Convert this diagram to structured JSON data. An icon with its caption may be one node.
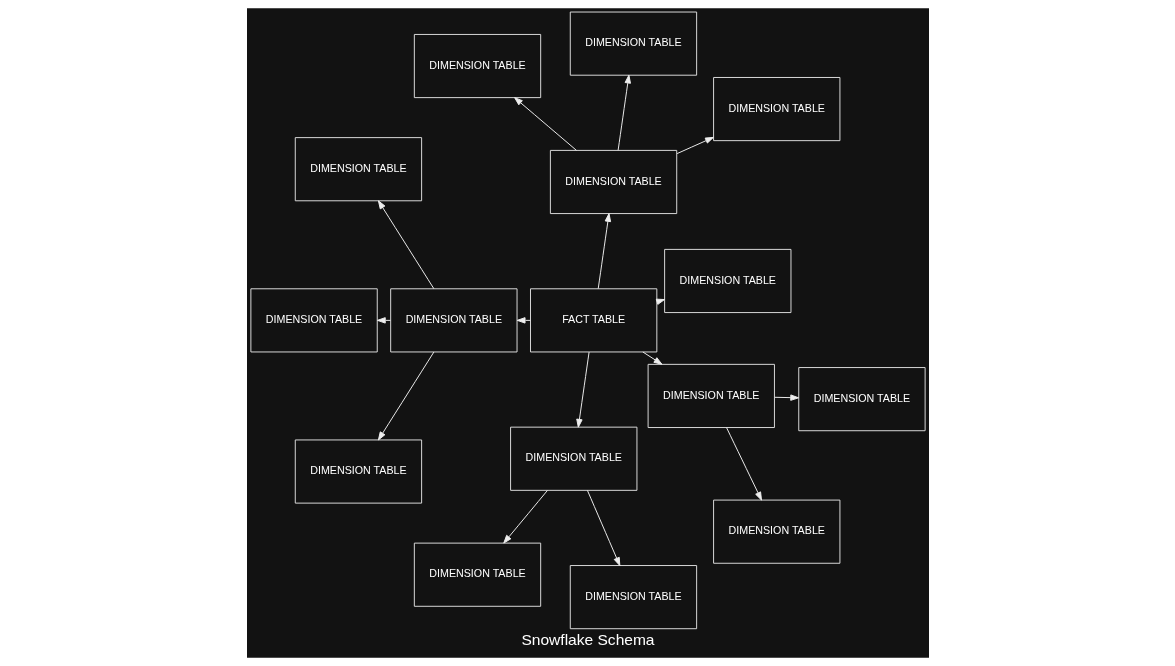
{
  "diagram": {
    "caption": "Snowflake Schema",
    "nodes": [
      {
        "text": [
          "DIMENSION TABLE"
        ]
      },
      {
        "text": [
          "DIMENSION TABLE"
        ]
      },
      {
        "text": [
          "DIMENSION TABLE"
        ]
      },
      {
        "text": [
          "DIMENSION TABLE"
        ]
      },
      {
        "text": [
          "DIMENSION TABLE"
        ]
      },
      {
        "text": [
          "DIMENSION TABLE"
        ]
      },
      {
        "text": [
          "DIMENSION TABLE"
        ]
      },
      {
        "text": [
          "DIMENSION TABLE"
        ]
      },
      {
        "text": [
          "FACT TABLE"
        ]
      },
      {
        "text": [
          "DIMENSION TABLE"
        ]
      },
      {
        "text": [
          "DIMENSION TABLE"
        ]
      },
      {
        "text": [
          "DIMENSION TABLE"
        ]
      },
      {
        "text": [
          "DIMENSION TABLE"
        ]
      },
      {
        "text": [
          "DIMENSION TABLE"
        ]
      },
      {
        "text": [
          "DIMENSION TABLE"
        ]
      },
      {
        "text": [
          "DIMENSION TABLE"
        ]
      }
    ],
    "edges": [
      {
        "from": 8,
        "to": 4,
        "arrow": "to"
      },
      {
        "from": 8,
        "to": 5,
        "arrow": "to"
      },
      {
        "from": 8,
        "to": 6,
        "arrow": "to"
      },
      {
        "from": 8,
        "to": 10,
        "arrow": "to"
      },
      {
        "from": 8,
        "to": 11,
        "arrow": "to"
      },
      {
        "from": 5,
        "to": 0,
        "arrow": "to"
      },
      {
        "from": 5,
        "to": 2,
        "arrow": "to"
      },
      {
        "from": 5,
        "to": 7,
        "arrow": "to"
      },
      {
        "from": 6,
        "to": 1,
        "arrow": "to"
      },
      {
        "from": 6,
        "to": 3,
        "arrow": "to"
      },
      {
        "from": 6,
        "to": 9,
        "arrow": "to"
      },
      {
        "from": 10,
        "to": 12,
        "arrow": "to"
      },
      {
        "from": 10,
        "to": 14,
        "arrow": "to"
      },
      {
        "from": 11,
        "to": 13,
        "arrow": "to"
      },
      {
        "from": 11,
        "to": 15,
        "arrow": "to"
      }
    ]
  }
}
